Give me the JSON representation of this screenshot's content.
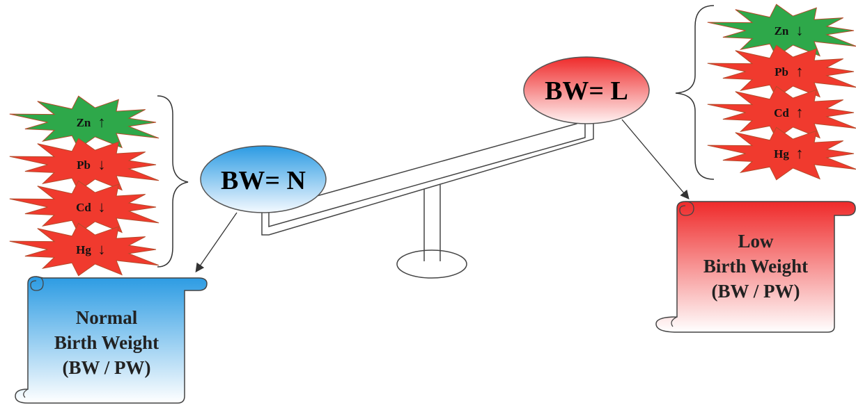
{
  "balance": {
    "normal_node": "BW= N",
    "low_node": "BW= L"
  },
  "normal_group": {
    "stars": [
      {
        "symbol": "Zn",
        "arrow": "↑",
        "color": "#2ea84a"
      },
      {
        "symbol": "Pb",
        "arrow": "↓",
        "color": "#f03a2e"
      },
      {
        "symbol": "Cd",
        "arrow": "↓",
        "color": "#f03a2e"
      },
      {
        "symbol": "Hg",
        "arrow": "↓",
        "color": "#f03a2e"
      }
    ],
    "scroll_lines": [
      "Normal",
      "Birth Weight",
      "(BW / PW)"
    ]
  },
  "low_group": {
    "stars": [
      {
        "symbol": "Zn",
        "arrow": "↓",
        "color": "#2ea84a"
      },
      {
        "symbol": "Pb",
        "arrow": "↑",
        "color": "#f03a2e"
      },
      {
        "symbol": "Cd",
        "arrow": "↑",
        "color": "#f03a2e"
      },
      {
        "symbol": "Hg",
        "arrow": "↑",
        "color": "#f03a2e"
      }
    ],
    "scroll_lines": [
      "Low",
      "Birth Weight",
      "(BW / PW)"
    ]
  },
  "colors": {
    "normal_blue": "#2b9be3",
    "low_red": "#ef2a2a",
    "star_green": "#2ea84a",
    "star_red": "#f03a2e"
  }
}
